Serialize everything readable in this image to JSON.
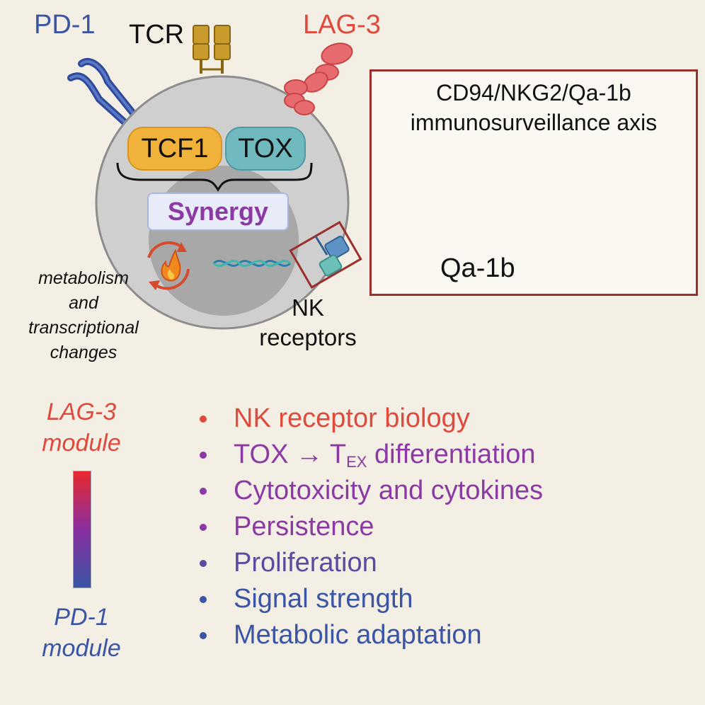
{
  "labels": {
    "pd1": "PD-1",
    "tcr": "TCR",
    "lag3": "LAG-3",
    "tcf1": "TCF1",
    "tox": "TOX",
    "synergy": "Synergy",
    "metabolism_lines": [
      "metabolism",
      "and",
      "transcriptional",
      "changes"
    ],
    "nk_lines": [
      "NK",
      "receptors"
    ]
  },
  "axis_box": {
    "title_line1": "CD94/NKG2/Qa-1b",
    "title_line2": "immunosurveillance axis",
    "qa_label": "Qa-1b"
  },
  "module_scale": {
    "top_lines": [
      "LAG-3",
      "module"
    ],
    "bottom_lines": [
      "PD-1",
      "module"
    ],
    "colors": {
      "top": "#e8292e",
      "middle": "#8a2fa0",
      "bottom": "#3a55a4"
    }
  },
  "list": {
    "items": [
      {
        "text": "NK receptor biology",
        "color": "#e04a3c"
      },
      {
        "prefix": "TOX → T",
        "subscript": "EX",
        "suffix": " differentiation",
        "color": "#8b3aa4"
      },
      {
        "text": "Cytotoxicity and cytokines",
        "color": "#8b3aa4"
      },
      {
        "text": "Persistence",
        "color": "#8b3aa4"
      },
      {
        "text": "Proliferation",
        "color": "#5a4aa0"
      },
      {
        "text": "Signal strength",
        "color": "#3a55a4"
      },
      {
        "text": "Metabolic adaptation",
        "color": "#3a55a4"
      }
    ]
  }
}
